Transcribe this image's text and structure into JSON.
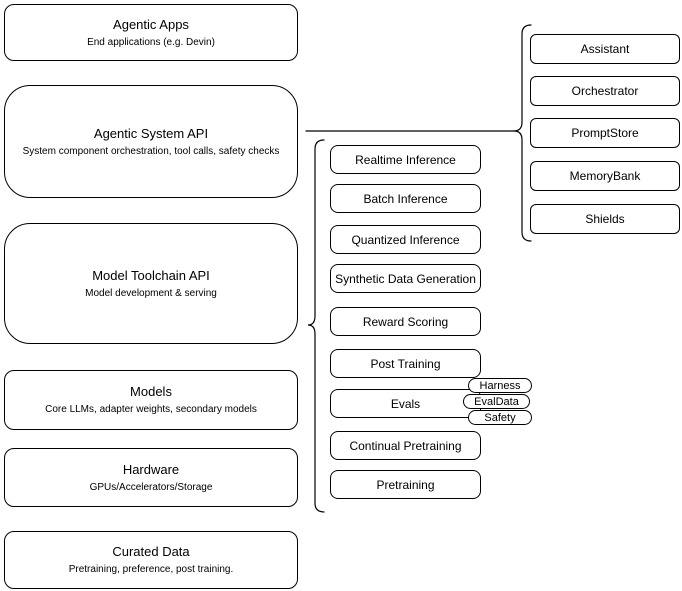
{
  "diagram": {
    "colors": {
      "stroke": "#000000",
      "background": "#ffffff",
      "box_fill": "#ffffff"
    },
    "left_stack": [
      {
        "title": "Agentic Apps",
        "subtitle": "End applications (e.g. Devin)"
      },
      {
        "title": "Agentic System API",
        "subtitle": "System component orchestration, tool calls, safety checks"
      },
      {
        "title": "Model Toolchain API",
        "subtitle": "Model development & serving"
      },
      {
        "title": "Models",
        "subtitle": "Core LLMs, adapter weights, secondary models"
      },
      {
        "title": "Hardware",
        "subtitle": "GPUs/Accelerators/Storage"
      },
      {
        "title": "Curated Data",
        "subtitle": "Pretraining, preference, post training."
      }
    ],
    "toolchain_items": [
      {
        "label": "Realtime Inference"
      },
      {
        "label": "Batch Inference"
      },
      {
        "label": "Quantized Inference"
      },
      {
        "label": "Synthetic Data Generation"
      },
      {
        "label": "Reward Scoring"
      },
      {
        "label": "Post Training"
      },
      {
        "label": "Evals"
      },
      {
        "label": "Continual Pretraining"
      },
      {
        "label": "Pretraining"
      }
    ],
    "eval_tags": [
      {
        "label": "Harness"
      },
      {
        "label": "EvalData"
      },
      {
        "label": "Safety"
      }
    ],
    "system_items": [
      {
        "label": "Assistant"
      },
      {
        "label": "Orchestrator"
      },
      {
        "label": "PromptStore"
      },
      {
        "label": "MemoryBank"
      },
      {
        "label": "Shields"
      }
    ]
  }
}
